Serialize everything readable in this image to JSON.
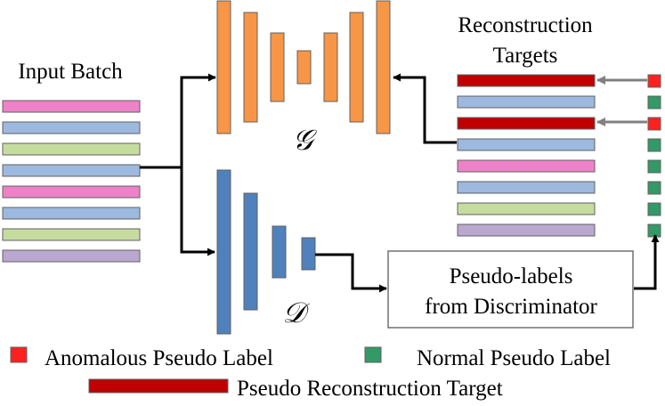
{
  "labels": {
    "input_batch": "Input Batch",
    "reconstruction_line1": "Reconstruction",
    "reconstruction_line2": "Targets",
    "generator_symbol": "𝒢",
    "discriminator_symbol": "𝒟",
    "pseudo_labels_line1": "Pseudo-labels",
    "pseudo_labels_line2": "from Discriminator"
  },
  "legend": {
    "anomalous": "Anomalous Pseudo Label",
    "normal": "Normal Pseudo Label",
    "pseudo_target": "Pseudo Reconstruction Target"
  },
  "colors": {
    "pink": "#EE82C8",
    "blue": "#9DB9DF",
    "green": "#C6DC9F",
    "purple": "#B9A8D0",
    "dark_red": "#C00000",
    "generator": "#F79646",
    "discriminator": "#4F81BD",
    "anomalous": "#FF2020",
    "normal": "#339966",
    "arrow_gray": "#808080"
  },
  "input_batch_rows": [
    "pink",
    "blue",
    "green",
    "blue",
    "pink",
    "blue",
    "green",
    "purple"
  ],
  "reconstruction_rows": [
    "dark_red",
    "blue",
    "dark_red",
    "blue",
    "pink",
    "blue",
    "green",
    "purple"
  ],
  "pseudo_label_squares": [
    "anomalous",
    "normal",
    "anomalous",
    "normal",
    "normal",
    "normal",
    "normal",
    "normal"
  ]
}
